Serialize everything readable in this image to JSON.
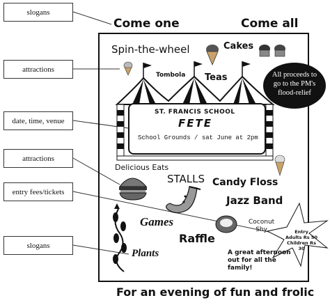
{
  "labels": {
    "slogans_top": "slogans",
    "attractions_1": "attractions",
    "date_time_venue": "date, time, venue",
    "attractions_2": "attractions",
    "entry_fees": "entry fees/tickets",
    "slogans_bottom": "slogans"
  },
  "poster": {
    "slogan_left": "Come one",
    "slogan_right": "Come all",
    "spin": "Spin-the-wheel",
    "cakes": "Cakes",
    "tombola": "Tombola",
    "teas": "Teas",
    "proceeds": [
      "All proceeds to",
      "go to the PM's",
      "flood-relief"
    ],
    "school": "ST. FRANCIS SCHOOL",
    "fete": "FETE",
    "venue": "School Grounds  / sat June at 2pm",
    "delicious": "Delicious Eats",
    "stalls": "STALLS",
    "candy": "Candy Floss",
    "jazz": "Jazz Band",
    "coconut": [
      "Coconut",
      "Shy"
    ],
    "entry": [
      "Entry",
      "Adults Rs 50",
      "Children Rs 30"
    ],
    "games": "Games",
    "raffle": "Raffle",
    "plants": "Plants",
    "afternoon": [
      "A great afternoon",
      "out for all the",
      "family!"
    ],
    "footer": "For an evening of fun and frolic"
  }
}
